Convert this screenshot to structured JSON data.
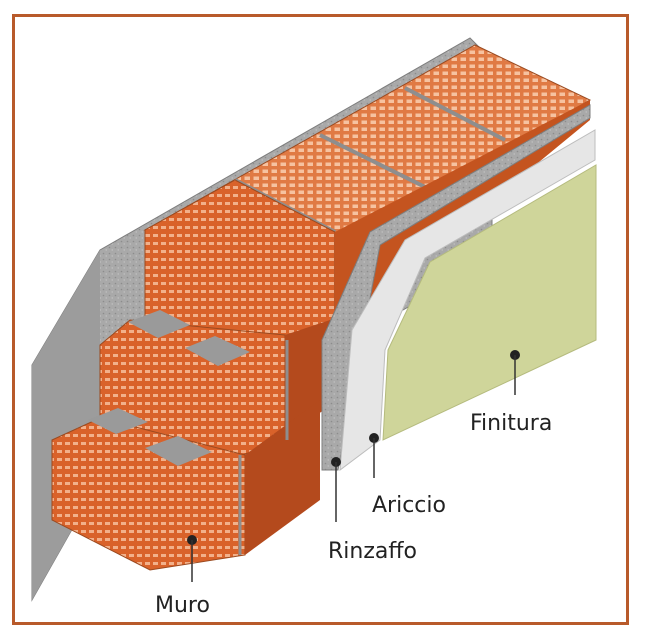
{
  "diagram": {
    "labels": {
      "muro": "Muro",
      "rinzaffo": "Rinzaffo",
      "ariccio": "Ariccio",
      "finitura": "Finitura"
    },
    "colors": {
      "frame": "#b85a2a",
      "brick": "#d9622a",
      "brick_dark": "#b44a1d",
      "brick_top": "#e9895a",
      "mortar": "#8e8e8e",
      "rinzaffo": "#b9b9b9",
      "ariccio": "#e8e8e8",
      "finitura": "#cfd59a",
      "leader": "#333333"
    }
  }
}
